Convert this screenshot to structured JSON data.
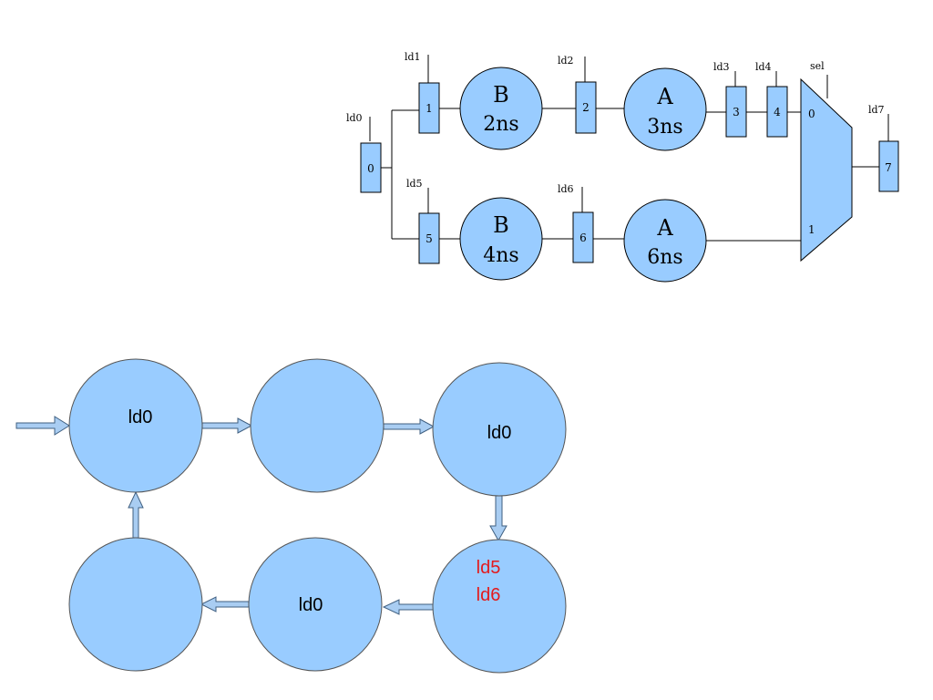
{
  "datapath": {
    "registers": {
      "r0": "0",
      "r1": "1",
      "r2": "2",
      "r3": "3",
      "r4": "4",
      "r5": "5",
      "r6": "6",
      "r7": "7"
    },
    "loads": {
      "ld0": "ld0",
      "ld1": "ld1",
      "ld2": "ld2",
      "ld3": "ld3",
      "ld4": "ld4",
      "ld5": "ld5",
      "ld6": "ld6",
      "ld7": "ld7",
      "sel": "sel"
    },
    "units": {
      "b_top": {
        "name": "B",
        "delay": "2ns"
      },
      "a_top": {
        "name": "A",
        "delay": "3ns"
      },
      "b_bottom": {
        "name": "B",
        "delay": "4ns"
      },
      "a_bottom": {
        "name": "A",
        "delay": "6ns"
      }
    },
    "mux": {
      "in0": "0",
      "in1": "1"
    }
  },
  "state_machine": {
    "s1": {
      "label": "ld0"
    },
    "s3": {
      "label": "ld0"
    },
    "s4": {
      "line1": "ld5",
      "line2": "ld6"
    },
    "s5": {
      "label": "ld0"
    }
  },
  "colors": {
    "fill": "#99ccff",
    "highlight_text": "#e31a1c"
  }
}
